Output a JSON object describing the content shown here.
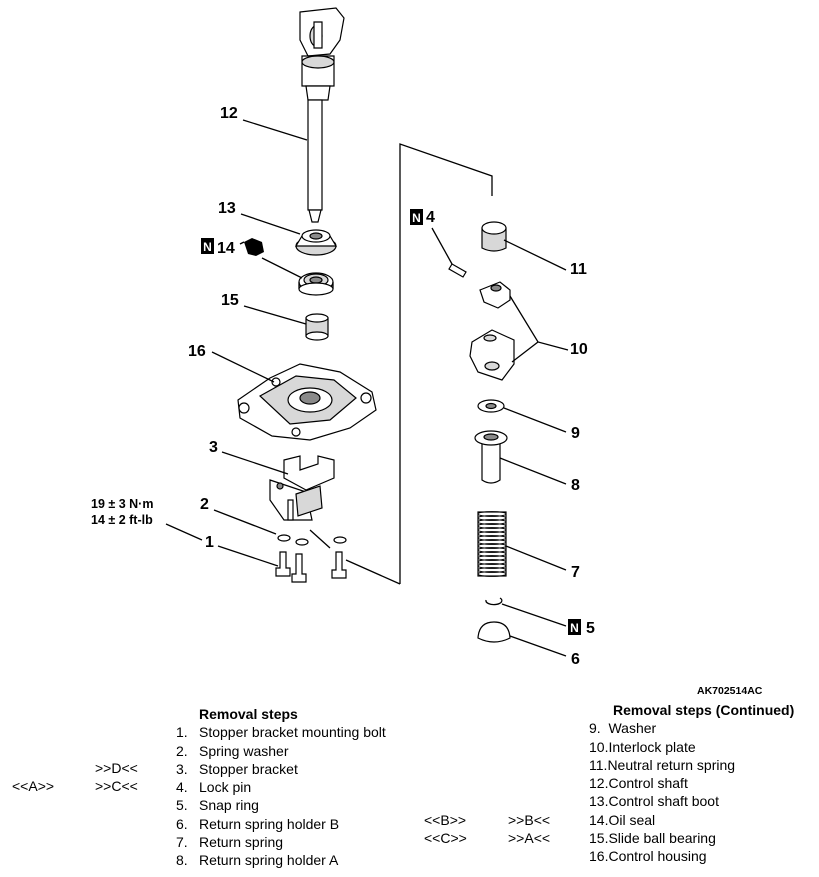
{
  "figure_id": "AK702514AC",
  "torque_spec": {
    "metric": "19 ± 3 N·m",
    "imperial": "14 ± 2 ft-lb"
  },
  "new_part_symbol": "N",
  "callouts": [
    "1",
    "2",
    "3",
    "4",
    "5",
    "6",
    "7",
    "8",
    "9",
    "10",
    "11",
    "12",
    "13",
    "14",
    "15",
    "16"
  ],
  "removal_steps_left": {
    "title": "Removal steps",
    "items": [
      {
        "num": "1.",
        "label": "Stopper bracket mounting bolt"
      },
      {
        "num": "2.",
        "label": "Spring washer"
      },
      {
        "num": "3.",
        "label": "Stopper bracket"
      },
      {
        "num": "4.",
        "label": "Lock pin"
      },
      {
        "num": "5.",
        "label": "Snap ring"
      },
      {
        "num": "6.",
        "label": "Return spring holder B"
      },
      {
        "num": "7.",
        "label": "Return spring"
      },
      {
        "num": "8.",
        "label": "Return spring holder A"
      }
    ]
  },
  "removal_steps_right": {
    "title": "Removal steps (Continued)",
    "items": [
      {
        "num": "9.",
        "label": "Washer"
      },
      {
        "num": "10.",
        "label": "Interlock plate"
      },
      {
        "num": "11.",
        "label": "Neutral return spring"
      },
      {
        "num": "12.",
        "label": "Control shaft"
      },
      {
        "num": "13.",
        "label": "Control shaft boot"
      },
      {
        "num": "14.",
        "label": "Oil seal"
      },
      {
        "num": "15.",
        "label": "Slide ball bearing"
      },
      {
        "num": "16.",
        "label": "Control housing"
      }
    ]
  },
  "service_marks": {
    "step3_install": ">>D<<",
    "step4_removal": "<<A>>",
    "step4_install": ">>C<<",
    "step14_removal": "<<B>>",
    "step14_install": ">>B<<",
    "step15_removal": "<<C>>",
    "step15_install": ">>A<<"
  }
}
